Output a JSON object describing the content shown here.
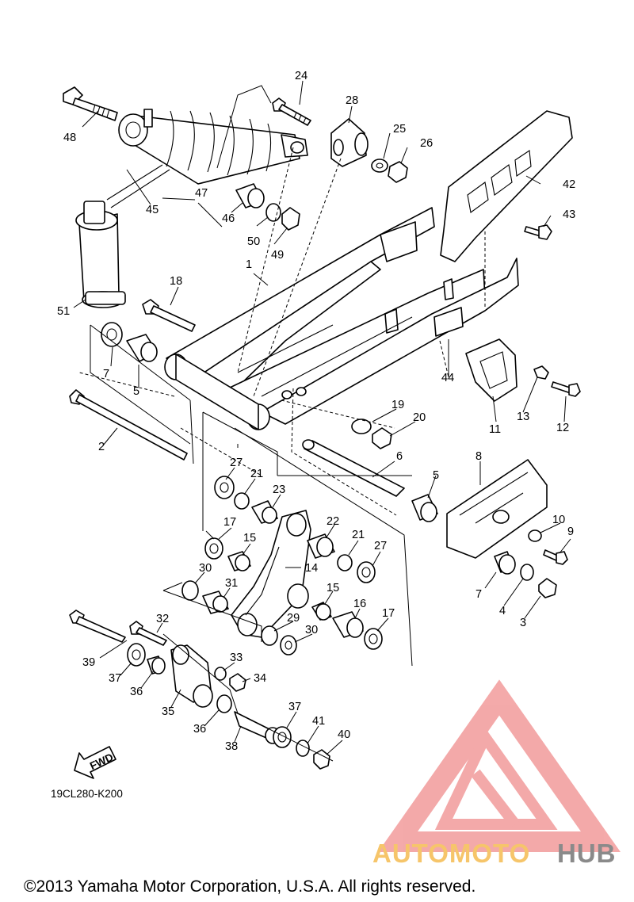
{
  "diagram": {
    "part_numbers": [
      "1",
      "2",
      "3",
      "4",
      "5",
      "5",
      "6",
      "7",
      "7",
      "8",
      "9",
      "10",
      "11",
      "12",
      "13",
      "14",
      "15",
      "15",
      "16",
      "17",
      "17",
      "18",
      "19",
      "20",
      "21",
      "21",
      "22",
      "23",
      "24",
      "25",
      "26",
      "27",
      "27",
      "28",
      "29",
      "30",
      "30",
      "31",
      "32",
      "33",
      "34",
      "35",
      "36",
      "36",
      "37",
      "37",
      "38",
      "39",
      "40",
      "41",
      "42",
      "43",
      "44",
      "45",
      "46",
      "47",
      "48",
      "49",
      "50",
      "51"
    ],
    "fwd_label": "FWD",
    "diagram_code": "19CL280-K200"
  },
  "watermark": {
    "brand_part1": "AUTOMOTO",
    "brand_part2": "HUB",
    "colors": {
      "logo": "#f29b9b",
      "part1": "#f6c56a",
      "part2": "#8a8a8a"
    }
  },
  "footer": {
    "copyright": "©2013 Yamaha Motor Corporation, U.S.A. All rights reserved."
  }
}
